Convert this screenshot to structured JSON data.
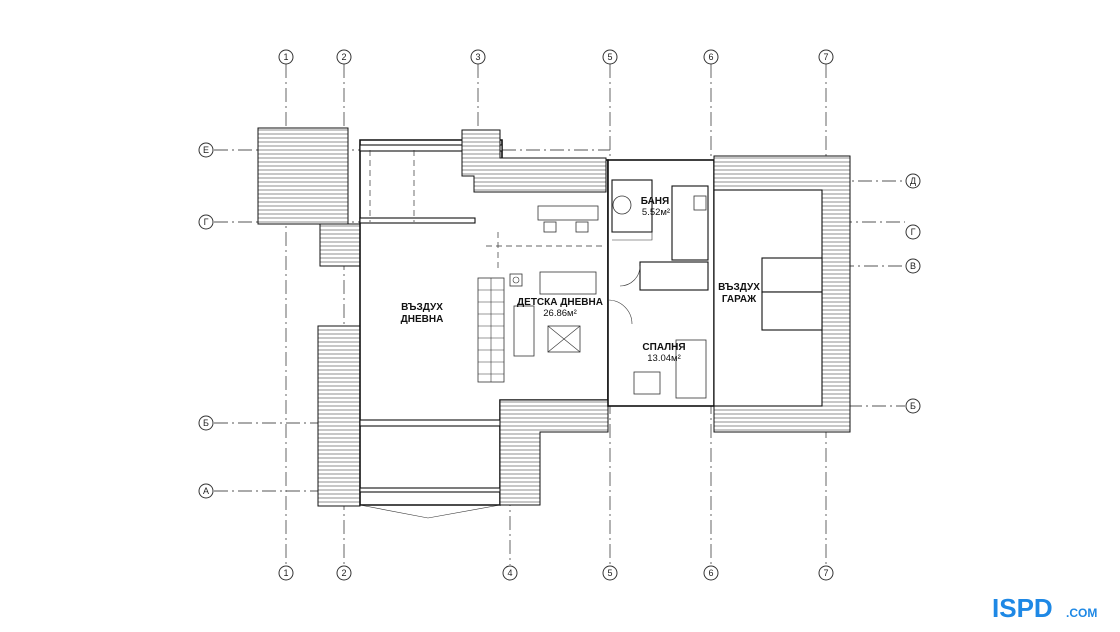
{
  "grid": {
    "columns_top": [
      "1",
      "2",
      "3",
      "5",
      "6",
      "7"
    ],
    "columns_bottom": [
      "1",
      "2",
      "4",
      "5",
      "6",
      "7"
    ],
    "rows_left": [
      "Е",
      "Г",
      "Б",
      "А"
    ],
    "rows_right": [
      "Д",
      "Г",
      "В",
      "Б"
    ]
  },
  "rooms": {
    "bath": {
      "name": "БАНЯ",
      "area": "5.52м²"
    },
    "kids_living": {
      "name": "ДЕТСКА ДНЕВНА",
      "area": "26.86м²"
    },
    "bedroom": {
      "name": "СПАЛНЯ",
      "area": "13.04м²"
    },
    "air_living": {
      "line1": "ВЪЗДУХ",
      "line2": "ДНЕВНА"
    },
    "air_garage": {
      "line1": "ВЪЗДУХ",
      "line2": "ГАРАЖ"
    }
  },
  "watermark": {
    "brand": "ISPD",
    "domain": ".COM",
    "color": "#1e88e5"
  }
}
